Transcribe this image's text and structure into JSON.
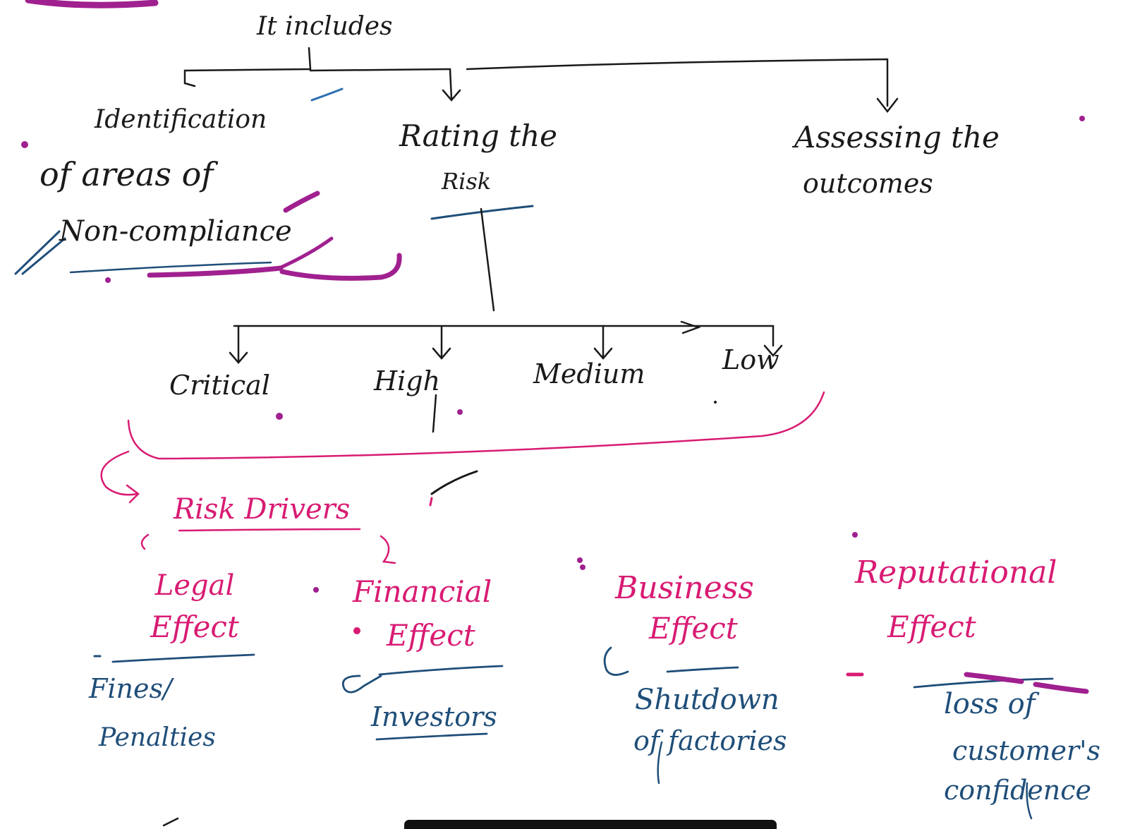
{
  "root": {
    "label": "It includes"
  },
  "branches": [
    {
      "label_lines": [
        "Identification",
        "of areas of",
        "Non-compliance"
      ]
    },
    {
      "label_lines": [
        "Rating the",
        "Risk"
      ]
    },
    {
      "label_lines": [
        "Assessing the",
        "outcomes"
      ]
    }
  ],
  "risk_levels": [
    "Critical",
    "High",
    "Medium",
    "Low"
  ],
  "risk_drivers": {
    "label": "Risk Drivers"
  },
  "effects": [
    {
      "title_lines": [
        "Legal",
        "Effect"
      ],
      "detail_lines": [
        "Fines/",
        "Penalties"
      ]
    },
    {
      "title_lines": [
        "Financial",
        "Effect"
      ],
      "detail_lines": [
        "Investors"
      ]
    },
    {
      "title_lines": [
        "Business",
        "Effect"
      ],
      "detail_lines": [
        "Shutdown",
        "of factories"
      ]
    },
    {
      "title_lines": [
        "Reputational",
        "Effect"
      ],
      "detail_lines": [
        "loss of",
        "customer's",
        "confidence"
      ]
    }
  ],
  "colors": {
    "ink_black": "#1a1a1a",
    "ink_pink": "#d81b73",
    "ink_blue": "#1f4e79",
    "highlight_purple": "#a0208f"
  }
}
